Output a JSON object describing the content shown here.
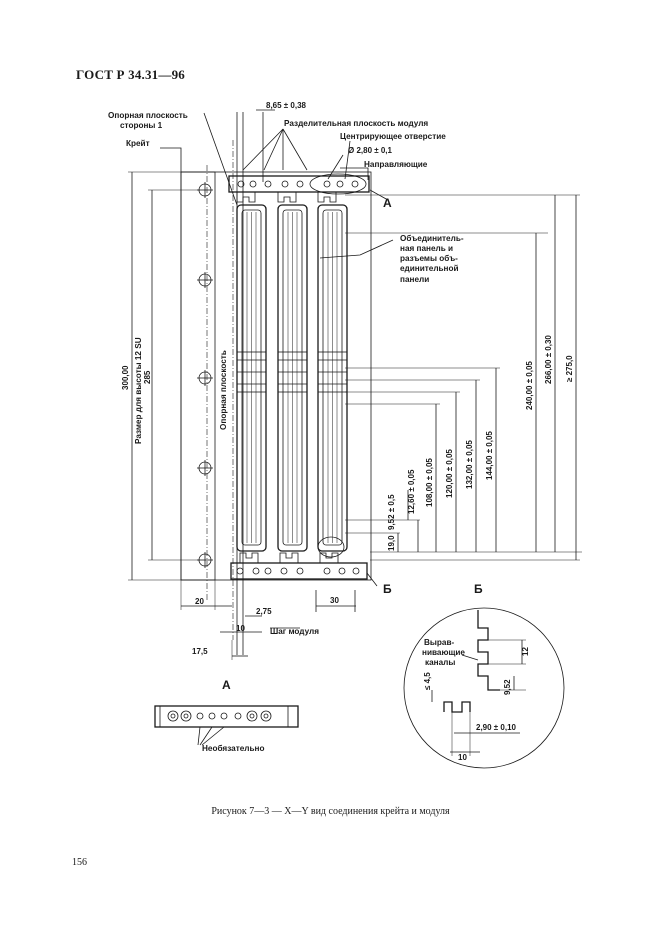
{
  "header": {
    "doc_id": "ГОСТ Р 34.31—96"
  },
  "labels": {
    "reference_plane_side1": [
      "Опорная плоскость",
      "стороны 1"
    ],
    "crate": "Крейт",
    "separating_plane": "Разделительная плоскость модуля",
    "centering_hole": "Центрирующее отверстие",
    "guides": "Направляющие",
    "backplane": [
      "Объединитель-",
      "ная панель и",
      "разъемы объ-",
      "единительной",
      "панели"
    ],
    "reference_plane_vertical": "Опорная плоскость",
    "size_12u": "Размер для высоты 12 SU",
    "module_pitch": "Шаг модуля",
    "aligning_channels": [
      "Вырав-",
      "нивающие",
      "каналы"
    ],
    "optional": "Необязательно",
    "view_a": "А",
    "view_b": "Б"
  },
  "dimensions": {
    "top_width": "8,65 ± 0,38",
    "hole_dia": "Ø 2,80 ± 0,1",
    "h300": "300,00",
    "h285": "285",
    "h275": "≥ 275,0",
    "h266": "266,00 ± 0,30",
    "h240": "240,00 ± 0,05",
    "h144": "144,00 ± 0,05",
    "h132": "132,00 ± 0,05",
    "h120": "120,00 ± 0,05",
    "h108": "108,00 ± 0,05",
    "h12_60": "12,60 ± 0,05",
    "h9_52_0_5": "9,52 ± 0,5",
    "h19": "19,0",
    "w20": "20",
    "w2_75": "2,75",
    "w10": "10",
    "w17_5": "17,5",
    "w30": "30",
    "detail_12": "12",
    "detail_9_52": "9,52",
    "detail_4_5": "≤ 4,5",
    "detail_2_90": "2,90 ± 0,10",
    "detail_10": "10"
  },
  "caption": "Рисунок 7—3 — X—Y вид соединения крейта и модуля",
  "page_number": "156"
}
